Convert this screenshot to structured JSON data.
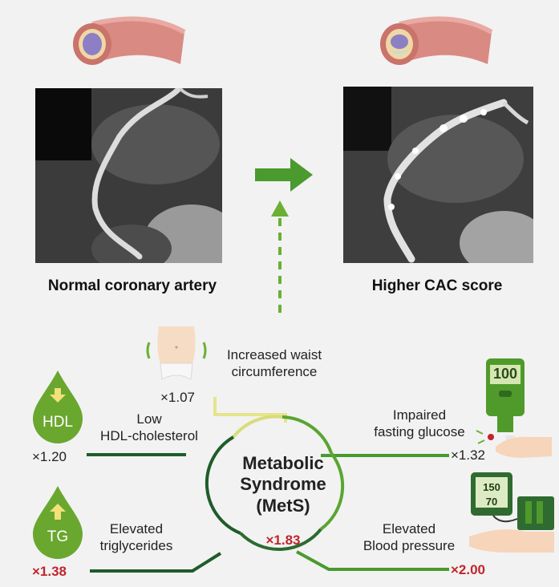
{
  "left_panel": {
    "caption": "Normal coronary artery"
  },
  "right_panel": {
    "caption": "Higher CAC score"
  },
  "center": {
    "title_line1": "Metabolic",
    "title_line2": "Syndrome",
    "title_line3": "(MetS)",
    "multiplier": "×1.83"
  },
  "components": {
    "waist": {
      "label_line1": "Increased waist",
      "label_line2": "circumference",
      "multiplier": "×1.07"
    },
    "hdl": {
      "label_line1": "Low",
      "label_line2": "HDL-cholesterol",
      "multiplier": "×1.20",
      "icon_text": "HDL"
    },
    "tg": {
      "label_line1": "Elevated",
      "label_line2": "triglycerides",
      "multiplier": "×1.38",
      "icon_text": "TG"
    },
    "glucose": {
      "label_line1": "Impaired",
      "label_line2": "fasting glucose",
      "multiplier": "×1.32",
      "meter_value": "100"
    },
    "bp": {
      "label_line1": "Elevated",
      "label_line2": "Blood pressure",
      "multiplier": "×2.00",
      "systolic": "150",
      "diastolic": "70"
    }
  },
  "colors": {
    "green_dark": "#1e5c2a",
    "green_mid": "#4a9a2e",
    "green_light": "#7fbf3a",
    "yellow_line": "#e6e58a",
    "red_value": "#c0262b"
  }
}
